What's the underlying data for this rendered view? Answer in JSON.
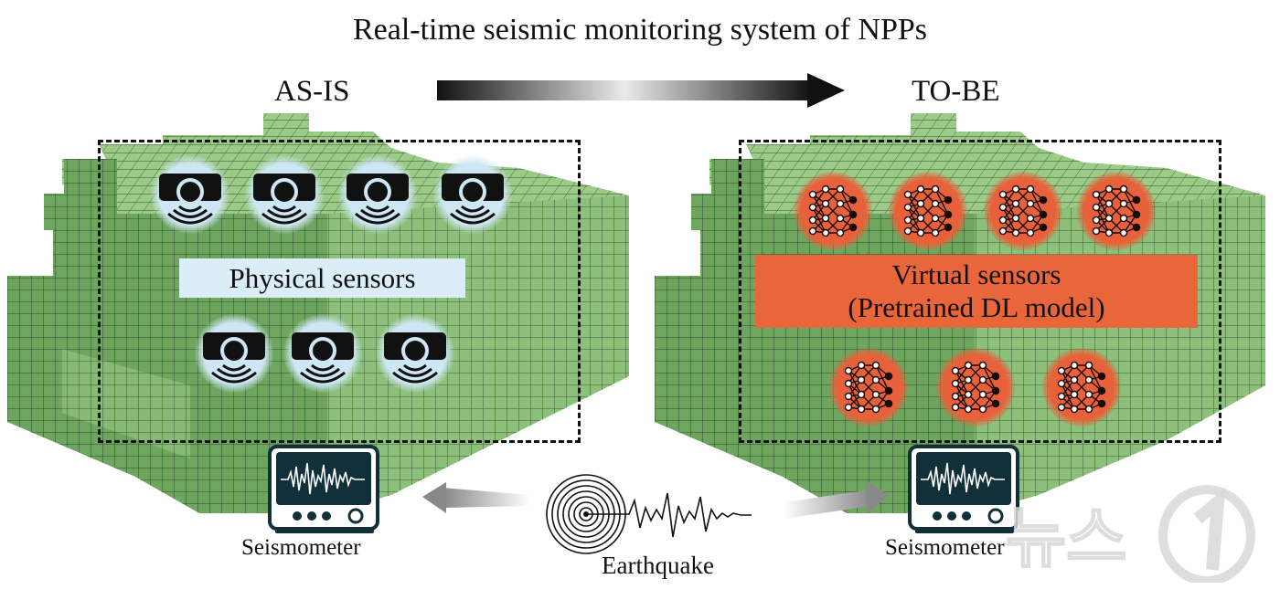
{
  "title": "Real-time seismic monitoring system of NPPs",
  "left_heading": "AS-IS",
  "right_heading": "TO-BE",
  "physical_label": "Physical sensors",
  "virtual_label_line1": "Virtual sensors",
  "virtual_label_line2": "(Pretrained DL model)",
  "seismometer_left": "Seismometer",
  "seismometer_right": "Seismometer",
  "earthquake": "Earthquake",
  "colors": {
    "mesh": "#8dc07a",
    "mesh_line": "#3c5a36",
    "physical_glow": "#cfe7f4",
    "virtual": "#e8653a",
    "monitor": "#12303a"
  },
  "icons": [
    "sensor-icon",
    "neural-network-icon",
    "seismometer-icon",
    "earthquake-icon"
  ],
  "watermark": "뉴스1"
}
